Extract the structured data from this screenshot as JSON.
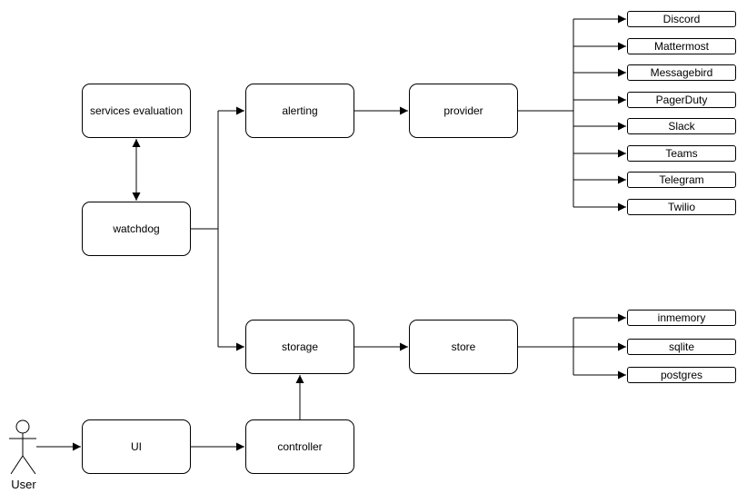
{
  "diagram_type": "architecture-flowchart",
  "nodes": {
    "services_evaluation": "services evaluation",
    "watchdog": "watchdog",
    "alerting": "alerting",
    "provider": "provider",
    "storage": "storage",
    "store": "store",
    "ui": "UI",
    "controller": "controller"
  },
  "actor": {
    "label": "User"
  },
  "providers": {
    "items": [
      "Discord",
      "Mattermost",
      "Messagebird",
      "PagerDuty",
      "Slack",
      "Teams",
      "Telegram",
      "Twilio"
    ]
  },
  "stores": {
    "items": [
      "inmemory",
      "sqlite",
      "postgres"
    ]
  },
  "edges": [
    {
      "from": "watchdog",
      "to": "services evaluation",
      "style": "bidirectional-arrow"
    },
    {
      "from": "watchdog",
      "to": "alerting",
      "style": "arrow"
    },
    {
      "from": "watchdog",
      "to": "storage",
      "style": "arrow"
    },
    {
      "from": "alerting",
      "to": "provider",
      "style": "arrow"
    },
    {
      "from": "provider",
      "to": "Discord",
      "style": "arrow"
    },
    {
      "from": "provider",
      "to": "Mattermost",
      "style": "arrow"
    },
    {
      "from": "provider",
      "to": "Messagebird",
      "style": "arrow"
    },
    {
      "from": "provider",
      "to": "PagerDuty",
      "style": "arrow"
    },
    {
      "from": "provider",
      "to": "Slack",
      "style": "arrow"
    },
    {
      "from": "provider",
      "to": "Teams",
      "style": "arrow"
    },
    {
      "from": "provider",
      "to": "Telegram",
      "style": "arrow"
    },
    {
      "from": "provider",
      "to": "Twilio",
      "style": "arrow"
    },
    {
      "from": "storage",
      "to": "store",
      "style": "arrow"
    },
    {
      "from": "store",
      "to": "inmemory",
      "style": "arrow"
    },
    {
      "from": "store",
      "to": "sqlite",
      "style": "arrow"
    },
    {
      "from": "store",
      "to": "postgres",
      "style": "arrow"
    },
    {
      "from": "controller",
      "to": "storage",
      "style": "arrow"
    },
    {
      "from": "UI",
      "to": "controller",
      "style": "arrow"
    },
    {
      "from": "User",
      "to": "UI",
      "style": "arrow"
    }
  ],
  "colors": {
    "stroke": "#000000",
    "node_fill": "#ffffff",
    "background": "#ffffff",
    "text": "#000000"
  }
}
